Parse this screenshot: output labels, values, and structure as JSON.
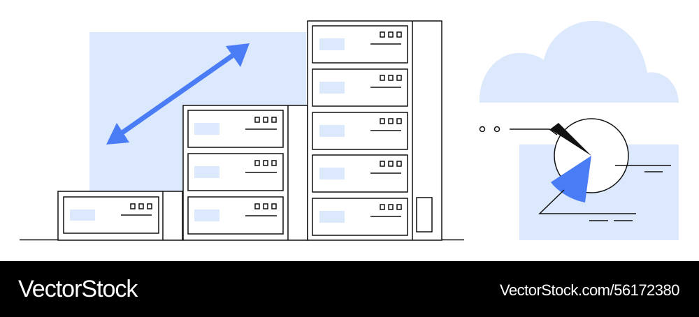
{
  "colors": {
    "accent_blue": "#4a7cf6",
    "light_blue": "#dce8fb",
    "outline": "#111111",
    "footer_background": "#000000",
    "footer_text": "#ffffff"
  },
  "illustration": {
    "subject": "server racks, scaling arrow, cloud and pie chart",
    "icons": [
      "server-rack-icon",
      "double-arrow-icon",
      "cloud-icon",
      "pie-chart-icon"
    ]
  },
  "footer": {
    "logo_text": "VectorStock",
    "image_id_text": "VectorStock.com/56172380"
  }
}
